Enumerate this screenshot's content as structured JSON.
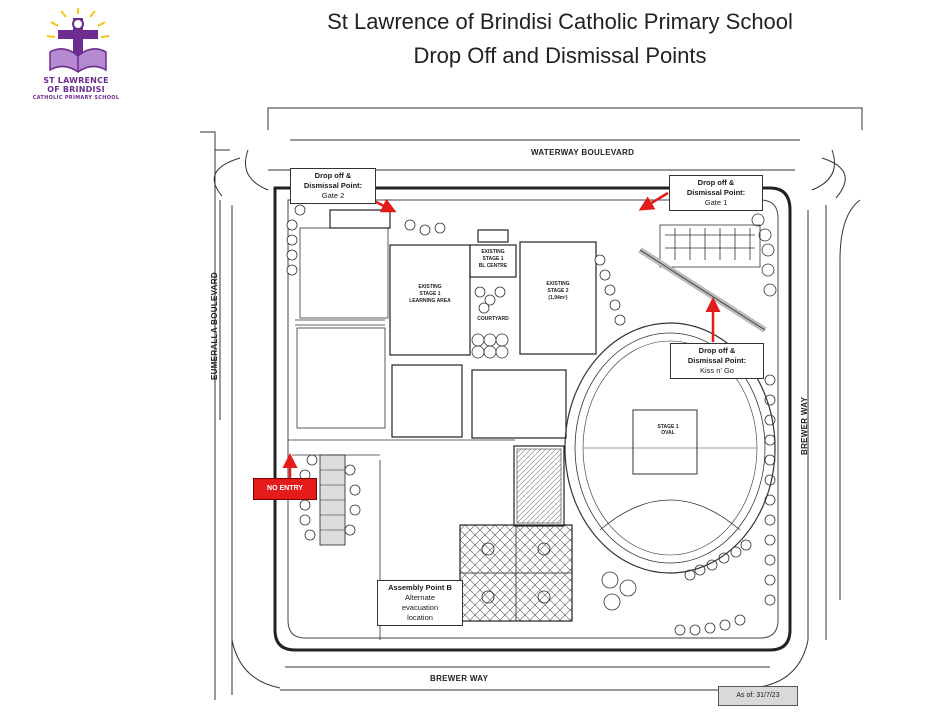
{
  "header": {
    "title_line1": "St Lawrence of Brindisi Catholic Primary School",
    "title_line2": "Drop Off and Dismissal Points"
  },
  "logo": {
    "line1": "ST LAWRENCE",
    "line2": "OF BRINDISI",
    "line3": "CATHOLIC PRIMARY SCHOOL",
    "icon": "cross-sunburst-logo",
    "color": "#6d2c8f"
  },
  "roads": {
    "north": "WATERWAY BOULEVARD",
    "west": "EUMERALLA BOULEVARD",
    "east": "BREWER WAY",
    "south": "BREWER WAY"
  },
  "callouts": {
    "gate2": {
      "title": "Drop off &",
      "title2": "Dismissal Point:",
      "sub": "Gate 2"
    },
    "gate1": {
      "title": "Drop off &",
      "title2": "Dismissal Point:",
      "sub": "Gate 1"
    },
    "kiss": {
      "title": "Drop off &",
      "title2": "Dismissal Point:",
      "sub": "Kiss n' Go"
    },
    "assembly": {
      "title": "Assembly Point B",
      "line2": "Alternate",
      "line3": "evacuation",
      "line4": "location"
    }
  },
  "no_entry": "NO ENTRY",
  "buildings": {
    "stage1_learning": [
      "EXISTING",
      "STAGE 1",
      "LEARNING AREA"
    ],
    "stage1_bl": [
      "EXISTING",
      "STAGE 1",
      "BL CENTRE"
    ],
    "stage2": [
      "EXISTING",
      "STAGE 2",
      "(1,94m²)"
    ],
    "courtyard": "COURTYARD",
    "oval": [
      "STAGE 1",
      "OVAL"
    ]
  },
  "as_of": "As of: 31/7/23",
  "colors": {
    "arrow": "#e31b1b",
    "no_entry_bg": "#e31b1b",
    "line": "#333333"
  }
}
